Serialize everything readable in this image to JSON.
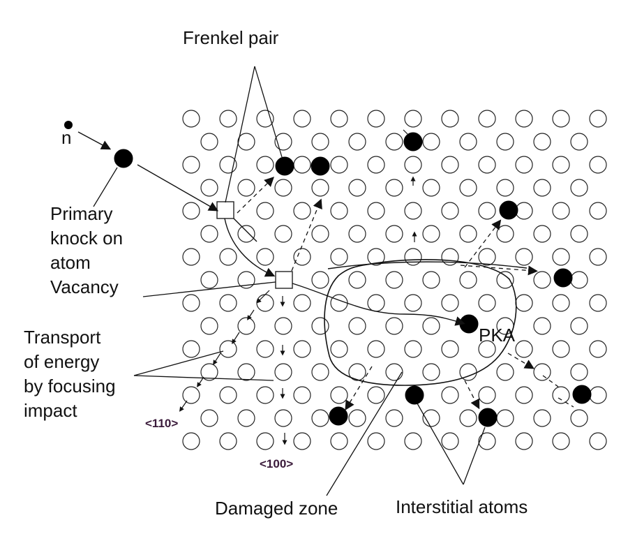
{
  "labels": {
    "frenkel_pair": "Frenkel pair",
    "neutron": "n",
    "pka_line1": "Primary",
    "pka_line2": "knock on",
    "pka_line3": "atom",
    "vacancy": "Vacancy",
    "transport_line1": "Transport",
    "transport_line2": "of energy",
    "transport_line3": "by focusing",
    "transport_line4": "impact",
    "dir_110": "<110>",
    "dir_100": "<100>",
    "pka": "PKA",
    "damaged_zone": "Damaged zone",
    "interstitial_atoms": "Interstitial atoms"
  },
  "colors": {
    "atom_stroke": "#222222",
    "interstitial_fill": "#000000",
    "line": "#111111",
    "background": "#ffffff"
  }
}
